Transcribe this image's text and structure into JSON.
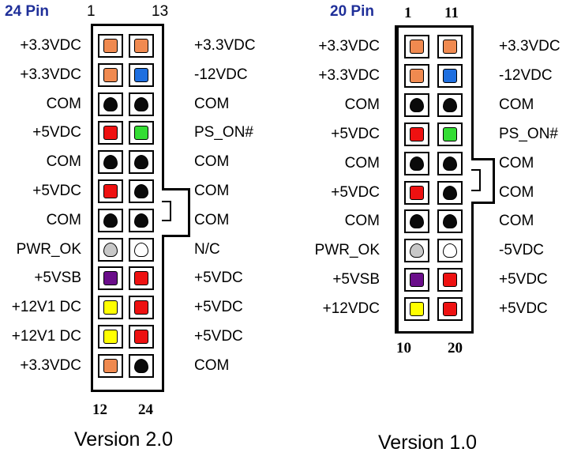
{
  "colors": {
    "orange": "#f08a50",
    "blue": "#1e6fe0",
    "black": "#0a0a0a",
    "red": "#ee1111",
    "green": "#33dd33",
    "gray": "#c8c8c8",
    "white": "#ffffff",
    "purple": "#6a0d8a",
    "yellow": "#ffff00"
  },
  "v2": {
    "title": "24 Pin",
    "pin_first_left": "1",
    "pin_first_right": "13",
    "pin_last_left": "12",
    "pin_last_right": "24",
    "version": "Version 2.0",
    "rows": [
      {
        "left": "+3.3VDC",
        "lc": "orange",
        "rc": "orange",
        "right": "+3.3VDC"
      },
      {
        "left": "+3.3VDC",
        "lc": "orange",
        "rc": "blue",
        "right": "-12VDC"
      },
      {
        "left": "COM",
        "lc": "black",
        "rc": "black",
        "right": "COM"
      },
      {
        "left": "+5VDC",
        "lc": "red",
        "rc": "green",
        "right": "PS_ON#"
      },
      {
        "left": "COM",
        "lc": "black",
        "rc": "black",
        "right": "COM"
      },
      {
        "left": "+5VDC",
        "lc": "red",
        "rc": "black",
        "right": "COM"
      },
      {
        "left": "COM",
        "lc": "black",
        "rc": "black",
        "right": "COM"
      },
      {
        "left": "PWR_OK",
        "lc": "gray",
        "rc": "white",
        "right": "N/C"
      },
      {
        "left": "+5VSB",
        "lc": "purple",
        "rc": "red",
        "right": "+5VDC"
      },
      {
        "left": "+12V1 DC",
        "lc": "yellow",
        "rc": "red",
        "right": "+5VDC"
      },
      {
        "left": "+12V1 DC",
        "lc": "yellow",
        "rc": "red",
        "right": "+5VDC"
      },
      {
        "left": "+3.3VDC",
        "lc": "orange",
        "rc": "black",
        "right": "COM"
      }
    ]
  },
  "v1": {
    "title": "20 Pin",
    "pin_first_left": "1",
    "pin_first_right": "11",
    "pin_last_left": "10",
    "pin_last_right": "20",
    "version": "Version 1.0",
    "rows": [
      {
        "left": "+3.3VDC",
        "lc": "orange",
        "rc": "orange",
        "right": "+3.3VDC"
      },
      {
        "left": "+3.3VDC",
        "lc": "orange",
        "rc": "blue",
        "right": "-12VDC"
      },
      {
        "left": "COM",
        "lc": "black",
        "rc": "black",
        "right": "COM"
      },
      {
        "left": "+5VDC",
        "lc": "red",
        "rc": "green",
        "right": "PS_ON#"
      },
      {
        "left": "COM",
        "lc": "black",
        "rc": "black",
        "right": "COM"
      },
      {
        "left": "+5VDC",
        "lc": "red",
        "rc": "black",
        "right": "COM"
      },
      {
        "left": "COM",
        "lc": "black",
        "rc": "black",
        "right": "COM"
      },
      {
        "left": "PWR_OK",
        "lc": "gray",
        "rc": "white",
        "right": "-5VDC"
      },
      {
        "left": "+5VSB",
        "lc": "purple",
        "rc": "red",
        "right": "+5VDC"
      },
      {
        "left": "+12VDC",
        "lc": "yellow",
        "rc": "red",
        "right": "+5VDC"
      }
    ]
  }
}
